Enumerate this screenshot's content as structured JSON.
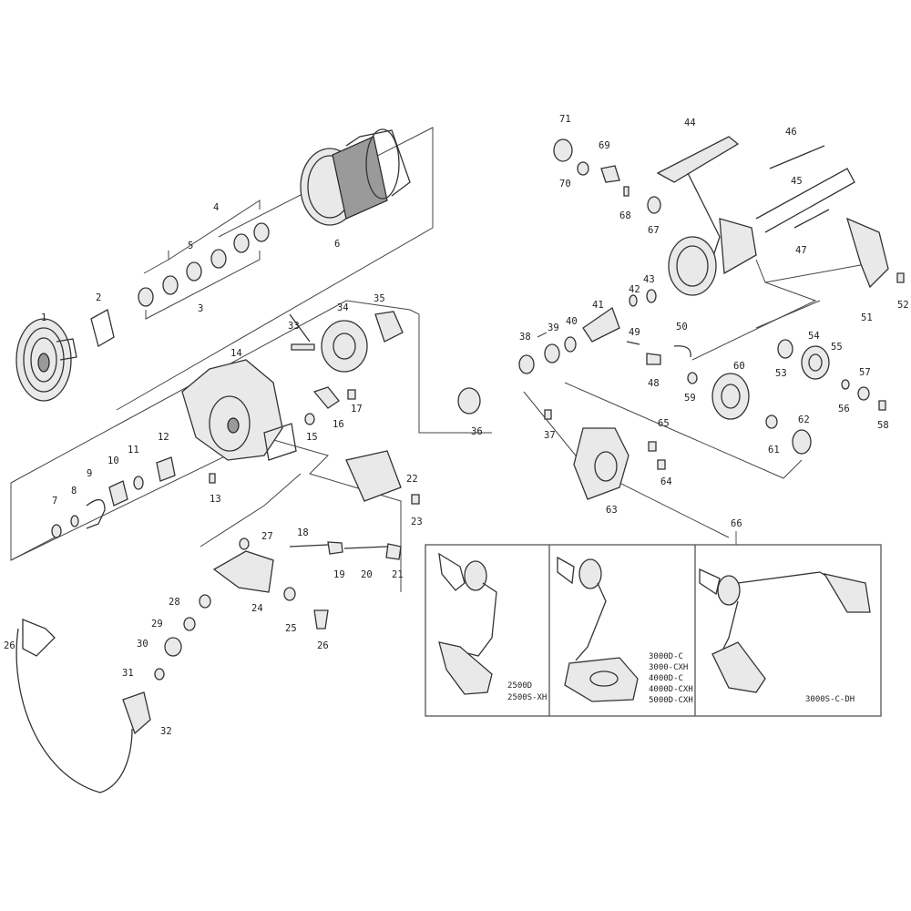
{
  "diagram": {
    "parts": [
      "1",
      "2",
      "3",
      "4",
      "5",
      "6",
      "7",
      "8",
      "9",
      "10",
      "11",
      "12",
      "13",
      "14",
      "15",
      "16",
      "17",
      "18",
      "19",
      "20",
      "21",
      "22",
      "23",
      "24",
      "25",
      "26",
      "26",
      "27",
      "28",
      "29",
      "30",
      "31",
      "32",
      "33",
      "34",
      "35",
      "36",
      "37",
      "38",
      "39",
      "40",
      "41",
      "42",
      "43",
      "44",
      "45",
      "46",
      "47",
      "48",
      "49",
      "50",
      "51",
      "52",
      "53",
      "54",
      "55",
      "56",
      "57",
      "58",
      "59",
      "60",
      "61",
      "62",
      "63",
      "64",
      "65",
      "66",
      "67",
      "68",
      "69",
      "70",
      "71"
    ],
    "handle_options": {
      "panel_1": [
        "2500D",
        "2500S-XH"
      ],
      "panel_2": [
        "3000D-C",
        "3000-CXH",
        "4000D-C",
        "4000D-CXH",
        "5000D-CXH"
      ],
      "panel_3": [
        "3000S-C-DH"
      ]
    }
  },
  "colors": {
    "line": "#333333",
    "background": "#ffffff",
    "fill": "#e9e9e9"
  }
}
